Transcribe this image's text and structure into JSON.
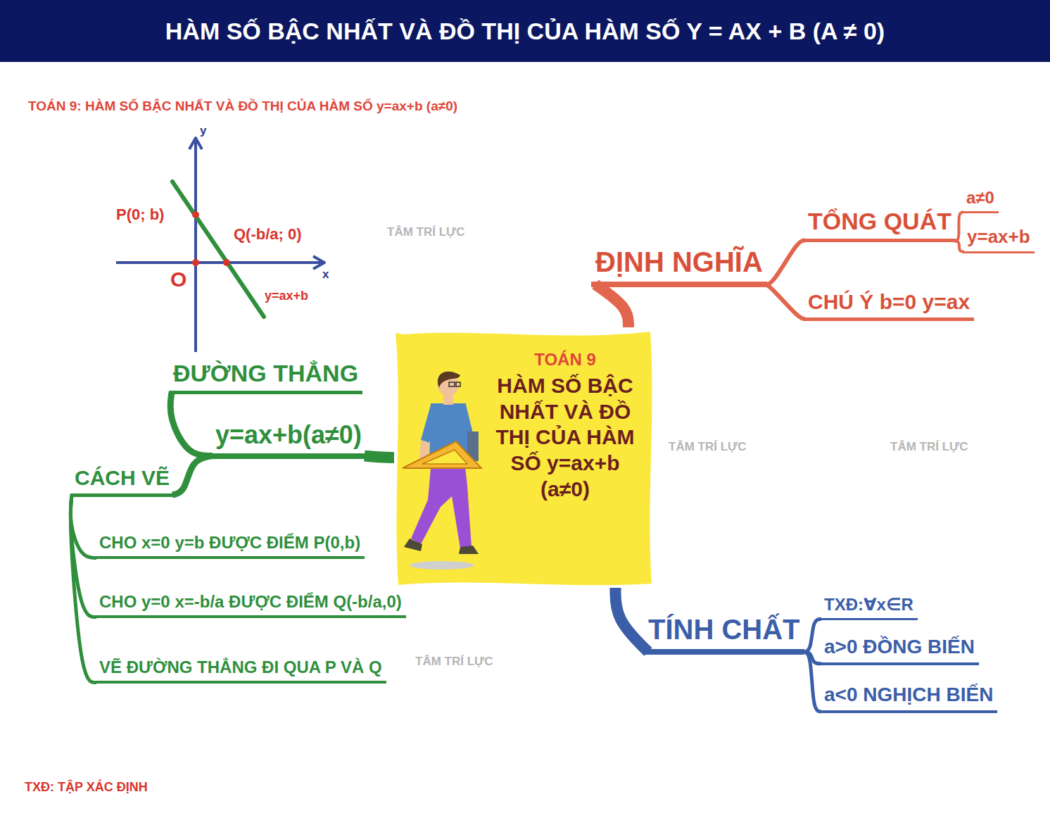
{
  "diagram": {
    "title": "HÀM SỐ BẬC NHẤT VÀ ĐỒ THỊ CỦA HÀM SỐ Y = AX + B (A ≠ 0)",
    "nodes": [
      {
        "text": [
          "TOÁN 9",
          "HÀM SỐ BẬC NHẤT VÀ ĐỒ THỊ CỦA HÀM SỐ y=ax+b (a≠0)"
        ]
      },
      {
        "text": [
          "ĐỊNH NGHĨA"
        ]
      },
      {
        "text": [
          "TỔNG QUÁT"
        ]
      },
      {
        "text": [
          "a≠0"
        ]
      },
      {
        "text": [
          "y=ax+b"
        ]
      },
      {
        "text": [
          "CHÚ Ý b=0 y=ax"
        ]
      },
      {
        "text": [
          "TÍNH CHẤT"
        ]
      },
      {
        "text": [
          "TXĐ:∀x∈R"
        ]
      },
      {
        "text": [
          "a>0 ĐỒNG BIẾN"
        ]
      },
      {
        "text": [
          "a<0 NGHỊCH BIẾN"
        ]
      },
      {
        "text": [
          "y=ax+b(a≠0)"
        ]
      },
      {
        "text": [
          "ĐƯỜNG THẲNG"
        ]
      },
      {
        "text": [
          "CÁCH VẼ"
        ]
      },
      {
        "text": [
          "CHO x=0 y=b ĐƯỢC ĐIỂM P(0,b)"
        ]
      },
      {
        "text": [
          "CHO y=0 x=-b/a ĐƯỢC ĐIỂM Q(-b/a,0)"
        ]
      },
      {
        "text": [
          "VẼ ĐƯỜNG THẲNG ĐI QUA P VÀ Q"
        ]
      }
    ],
    "edges": [
      {
        "from": 0,
        "to": 1,
        "arrow": "none"
      },
      {
        "from": 1,
        "to": 2,
        "arrow": "none"
      },
      {
        "from": 2,
        "to": 3,
        "arrow": "none"
      },
      {
        "from": 2,
        "to": 4,
        "arrow": "none"
      },
      {
        "from": 1,
        "to": 5,
        "arrow": "none"
      },
      {
        "from": 0,
        "to": 6,
        "arrow": "none"
      },
      {
        "from": 6,
        "to": 7,
        "arrow": "none"
      },
      {
        "from": 6,
        "to": 8,
        "arrow": "none"
      },
      {
        "from": 6,
        "to": 9,
        "arrow": "none"
      },
      {
        "from": 0,
        "to": 10,
        "arrow": "none"
      },
      {
        "from": 10,
        "to": 11,
        "arrow": "none"
      },
      {
        "from": 10,
        "to": 12,
        "arrow": "none"
      },
      {
        "from": 12,
        "to": 13,
        "arrow": "none"
      },
      {
        "from": 12,
        "to": 14,
        "arrow": "none"
      },
      {
        "from": 12,
        "to": 15,
        "arrow": "none"
      }
    ],
    "labels": [
      "TOÁN 9: HÀM SỐ BẬC NHẤT VÀ ĐỒ THỊ CỦA HÀM SỐ y=ax+b (a≠0)",
      "y",
      "x",
      "O",
      "P(0; b)",
      "Q(-b/a; 0)",
      "y=ax+b",
      "TXĐ: TẬP XÁC ĐỊNH",
      "TÂM TRÍ LỰC",
      "TÂM TRÍ LỰC",
      "TÂM TRÍ LỰC",
      "TÂM TRÍ LỰC"
    ]
  }
}
